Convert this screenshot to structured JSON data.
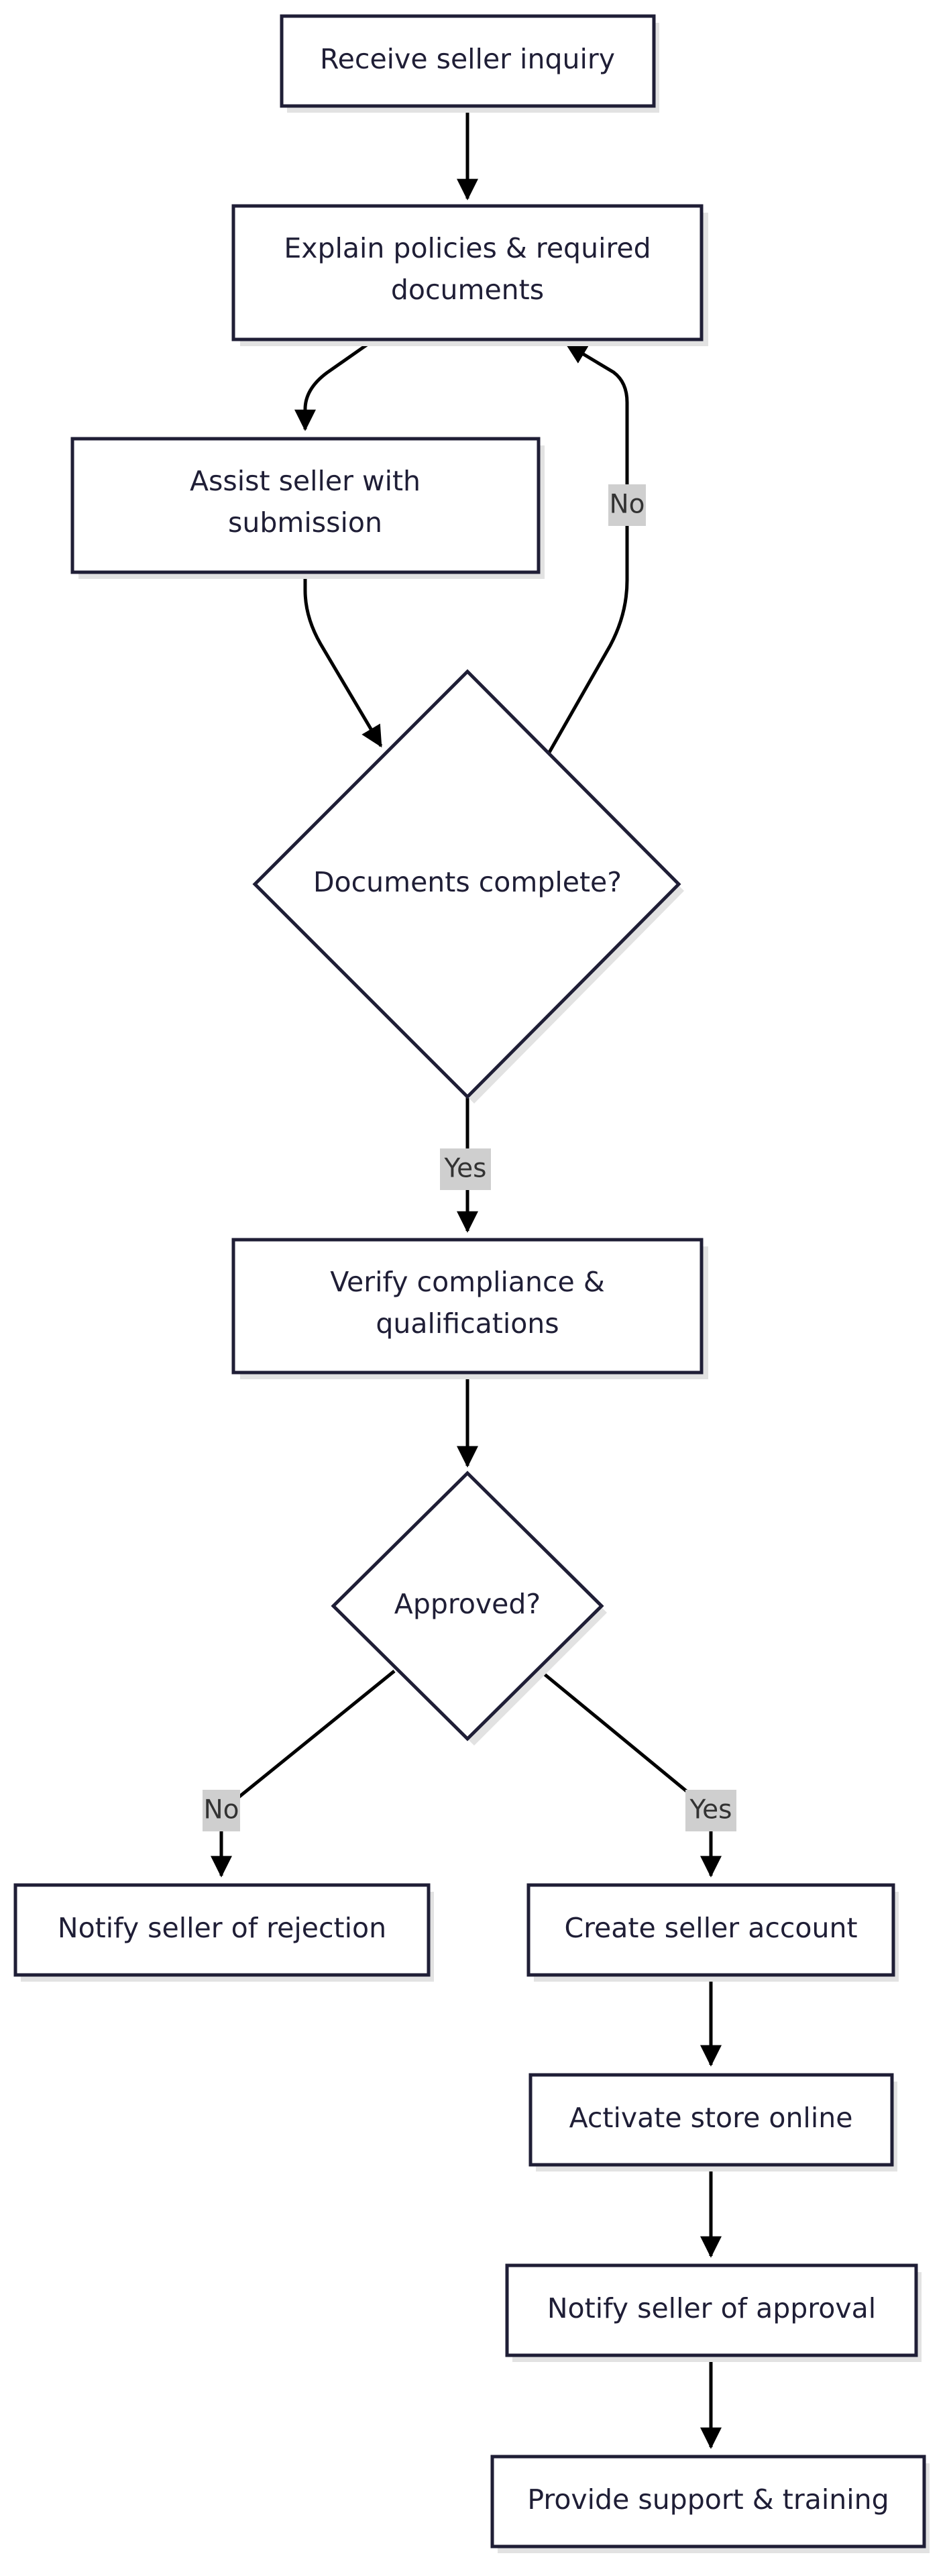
{
  "diagram": {
    "type": "flowchart",
    "colors": {
      "node_stroke": "#1f1e36",
      "node_fill": "#ffffff",
      "shadow": "#e2e2e2",
      "edge": "#000000",
      "label_bg": "#cfcfcf"
    },
    "nodes": {
      "receive": {
        "lines": [
          "Receive seller inquiry"
        ]
      },
      "explain": {
        "lines": [
          "Explain policies & required",
          "documents"
        ]
      },
      "assist": {
        "lines": [
          "Assist seller with",
          "submission"
        ]
      },
      "docs_complete": {
        "lines": [
          "Documents complete?"
        ]
      },
      "verify": {
        "lines": [
          "Verify compliance &",
          "qualifications"
        ]
      },
      "approved": {
        "lines": [
          "Approved?"
        ]
      },
      "reject": {
        "lines": [
          "Notify seller of rejection"
        ]
      },
      "create_account": {
        "lines": [
          "Create seller account"
        ]
      },
      "activate": {
        "lines": [
          "Activate store online"
        ]
      },
      "notify_approval": {
        "lines": [
          "Notify seller of approval"
        ]
      },
      "support": {
        "lines": [
          "Provide support & training"
        ]
      }
    },
    "edges": {
      "receive_explain": {
        "label": ""
      },
      "explain_assist": {
        "label": ""
      },
      "assist_docs": {
        "label": ""
      },
      "docs_no": {
        "label": "No"
      },
      "docs_yes": {
        "label": "Yes"
      },
      "verify_approved": {
        "label": ""
      },
      "approved_no": {
        "label": "No"
      },
      "approved_yes": {
        "label": "Yes"
      },
      "create_activate": {
        "label": ""
      },
      "activate_notify": {
        "label": ""
      },
      "notify_support": {
        "label": ""
      }
    }
  }
}
